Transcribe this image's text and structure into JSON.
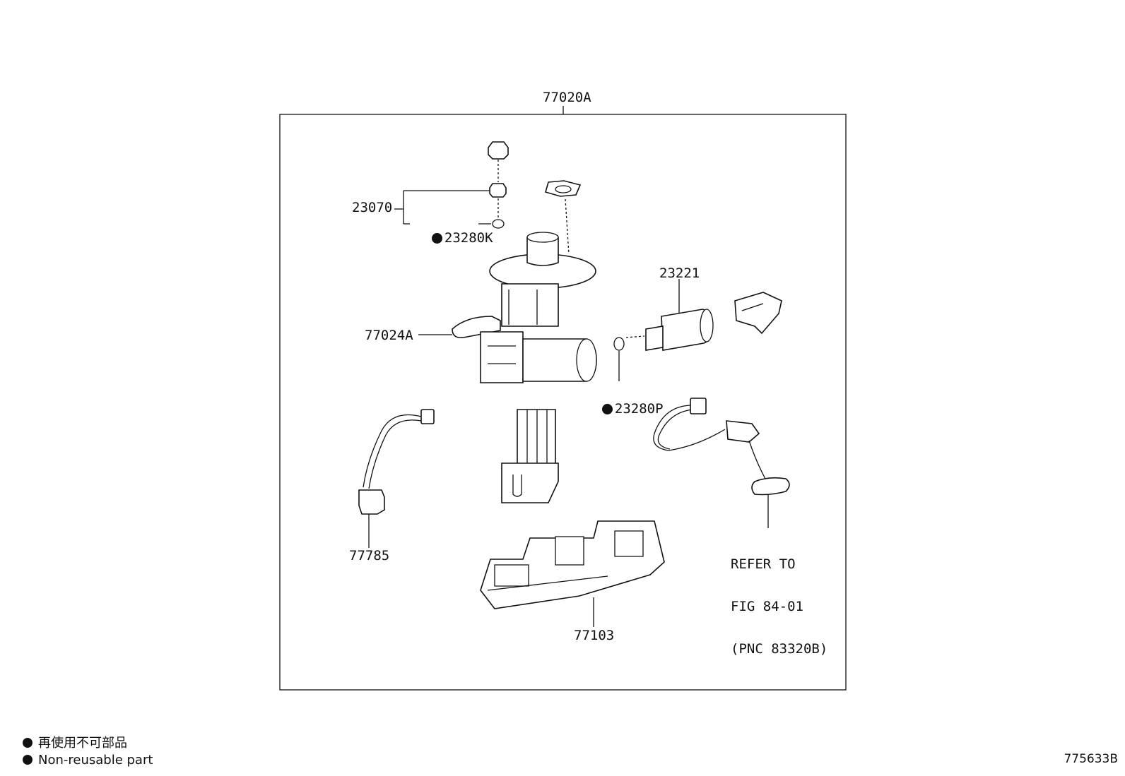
{
  "assembly": {
    "number": "77020A"
  },
  "parts": [
    {
      "id": "p23070",
      "number": "23070",
      "non_reusable": false
    },
    {
      "id": "p23280K",
      "number": "23280K",
      "non_reusable": true
    },
    {
      "id": "p77024A",
      "number": "77024A",
      "non_reusable": false
    },
    {
      "id": "p23221",
      "number": "23221",
      "non_reusable": false
    },
    {
      "id": "p23280P",
      "number": "23280P",
      "non_reusable": true
    },
    {
      "id": "p77785",
      "number": "77785",
      "non_reusable": false
    },
    {
      "id": "p77103",
      "number": "77103",
      "non_reusable": false
    }
  ],
  "reference_note": [
    "REFER TO",
    "FIG 84-01",
    "(PNC 83320B)"
  ],
  "legend": {
    "japanese": "再使用不可部品",
    "english": "Non-reusable part"
  },
  "figure_number": "775633B"
}
